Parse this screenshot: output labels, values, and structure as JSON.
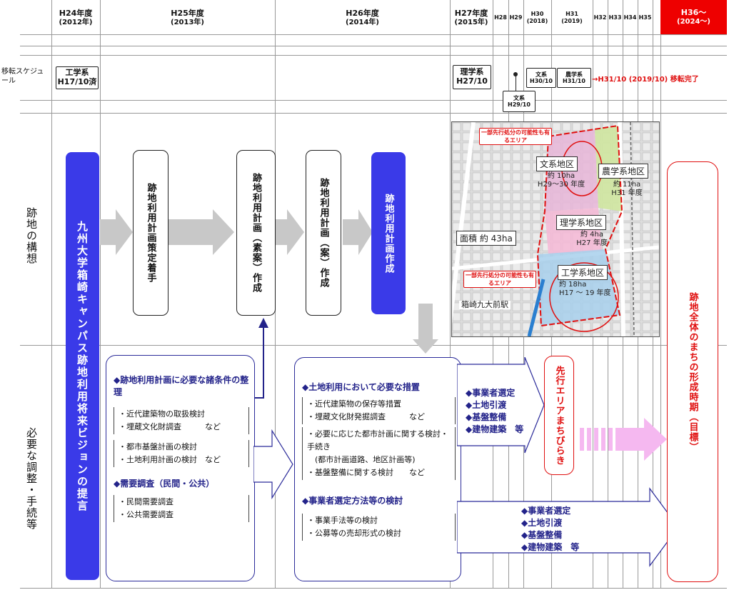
{
  "header": {
    "years": [
      {
        "label": "H24年度",
        "sub": "(2012年)"
      },
      {
        "label": "H25年度",
        "sub": "(2013年)"
      },
      {
        "label": "H26年度",
        "sub": "(2014年)"
      },
      {
        "label": "H27年度",
        "sub": "(2015年)"
      },
      {
        "label": "H28",
        "sub": ""
      },
      {
        "label": "H29",
        "sub": ""
      },
      {
        "label": "H30",
        "sub": "(2018)"
      },
      {
        "label": "H31",
        "sub": "(2019)"
      },
      {
        "label": "H32",
        "sub": ""
      },
      {
        "label": "H33",
        "sub": ""
      },
      {
        "label": "H34",
        "sub": ""
      },
      {
        "label": "H35",
        "sub": ""
      },
      {
        "label": "H36～",
        "sub": "(2024～)"
      }
    ],
    "highlight_color": "#ee0000"
  },
  "schedule": {
    "row_label": "移転スケジュール",
    "eng": {
      "title": "工学系",
      "date": "H17/10済"
    },
    "sci": {
      "title": "理学系",
      "date": "H27/10"
    },
    "hum29": {
      "title": "文系",
      "date": "H29/10"
    },
    "hum30": {
      "title": "文系",
      "date": "H30/10"
    },
    "agr": {
      "title": "農学系",
      "date": "H31/10"
    },
    "complete": "→H31/10 (2019/10) 移転完了"
  },
  "rows": {
    "vision": "跡地の構想",
    "adjust": "必要な調整・手続等"
  },
  "flow": {
    "proposal": "九州大学箱崎キャンパス跡地利用将来ビジョンの提言",
    "step1": "跡地利用計画策定着手",
    "step2": "跡地利用計画（素案）作成",
    "step3": "跡地利用計画（案）作成",
    "step4": "跡地利用計画作成",
    "goal": "跡地全体のまちの形成時期（目標）",
    "advance": "先行エリアまちびらき"
  },
  "box1": {
    "heading": "◆跡地利用計画に必要な諸条件の整理",
    "group1": [
      "・近代建築物の取扱検討",
      "・埋蔵文化財調査　　　など"
    ],
    "group2": [
      "・都市基盤計画の検討",
      "・土地利用計画の検討　など"
    ],
    "heading2": "◆需要調査（民間・公共）",
    "group3": [
      "・民間需要調査",
      "・公共需要調査"
    ]
  },
  "box2": {
    "heading": "◆土地利用において必要な措置",
    "group1": [
      "・近代建築物の保存等措置",
      "・埋蔵文化財発掘調査　　　など"
    ],
    "group2": [
      "・必要に応じた都市計画に関する検討・手続き",
      "　(都市計画道路、地区計画等)",
      "・基盤整備に関する検討　　など"
    ],
    "heading2": "◆事業者選定方法等の検討",
    "group3": [
      "・事業手法等の検討",
      "・公募等の売却形式の検討"
    ]
  },
  "actions1": [
    "◆事業者選定",
    "◆土地引渡",
    "◆基盤整備",
    "◆建物建築　等"
  ],
  "actions2": [
    "◆事業者選定",
    "◆土地引渡",
    "◆基盤整備",
    "◆建物建築　等"
  ],
  "map": {
    "callout1": "一部先行処分の可能性も有るエリア",
    "callout2": "一部先行処分の可能性も有るエリア",
    "hum": {
      "name": "文系地区",
      "info": "約 10ha",
      "year": "H29～30 年度"
    },
    "agr": {
      "name": "農学系地区",
      "info": "約 11ha",
      "year": "H31 年度"
    },
    "sci": {
      "name": "理学系地区",
      "info": "約 4ha",
      "year": "H27 年度"
    },
    "eng": {
      "name": "工学系地区",
      "info": "約 18ha",
      "year": "H17 ～ 19 年度"
    },
    "area": "面積 約 43ha",
    "station": "箱崎九大前駅"
  },
  "colors": {
    "blue": "#3a3ae8",
    "navy": "#23238a",
    "red": "#e01010",
    "arrow_gray": "#c8c8c8",
    "pink": "#f5b8f0"
  }
}
